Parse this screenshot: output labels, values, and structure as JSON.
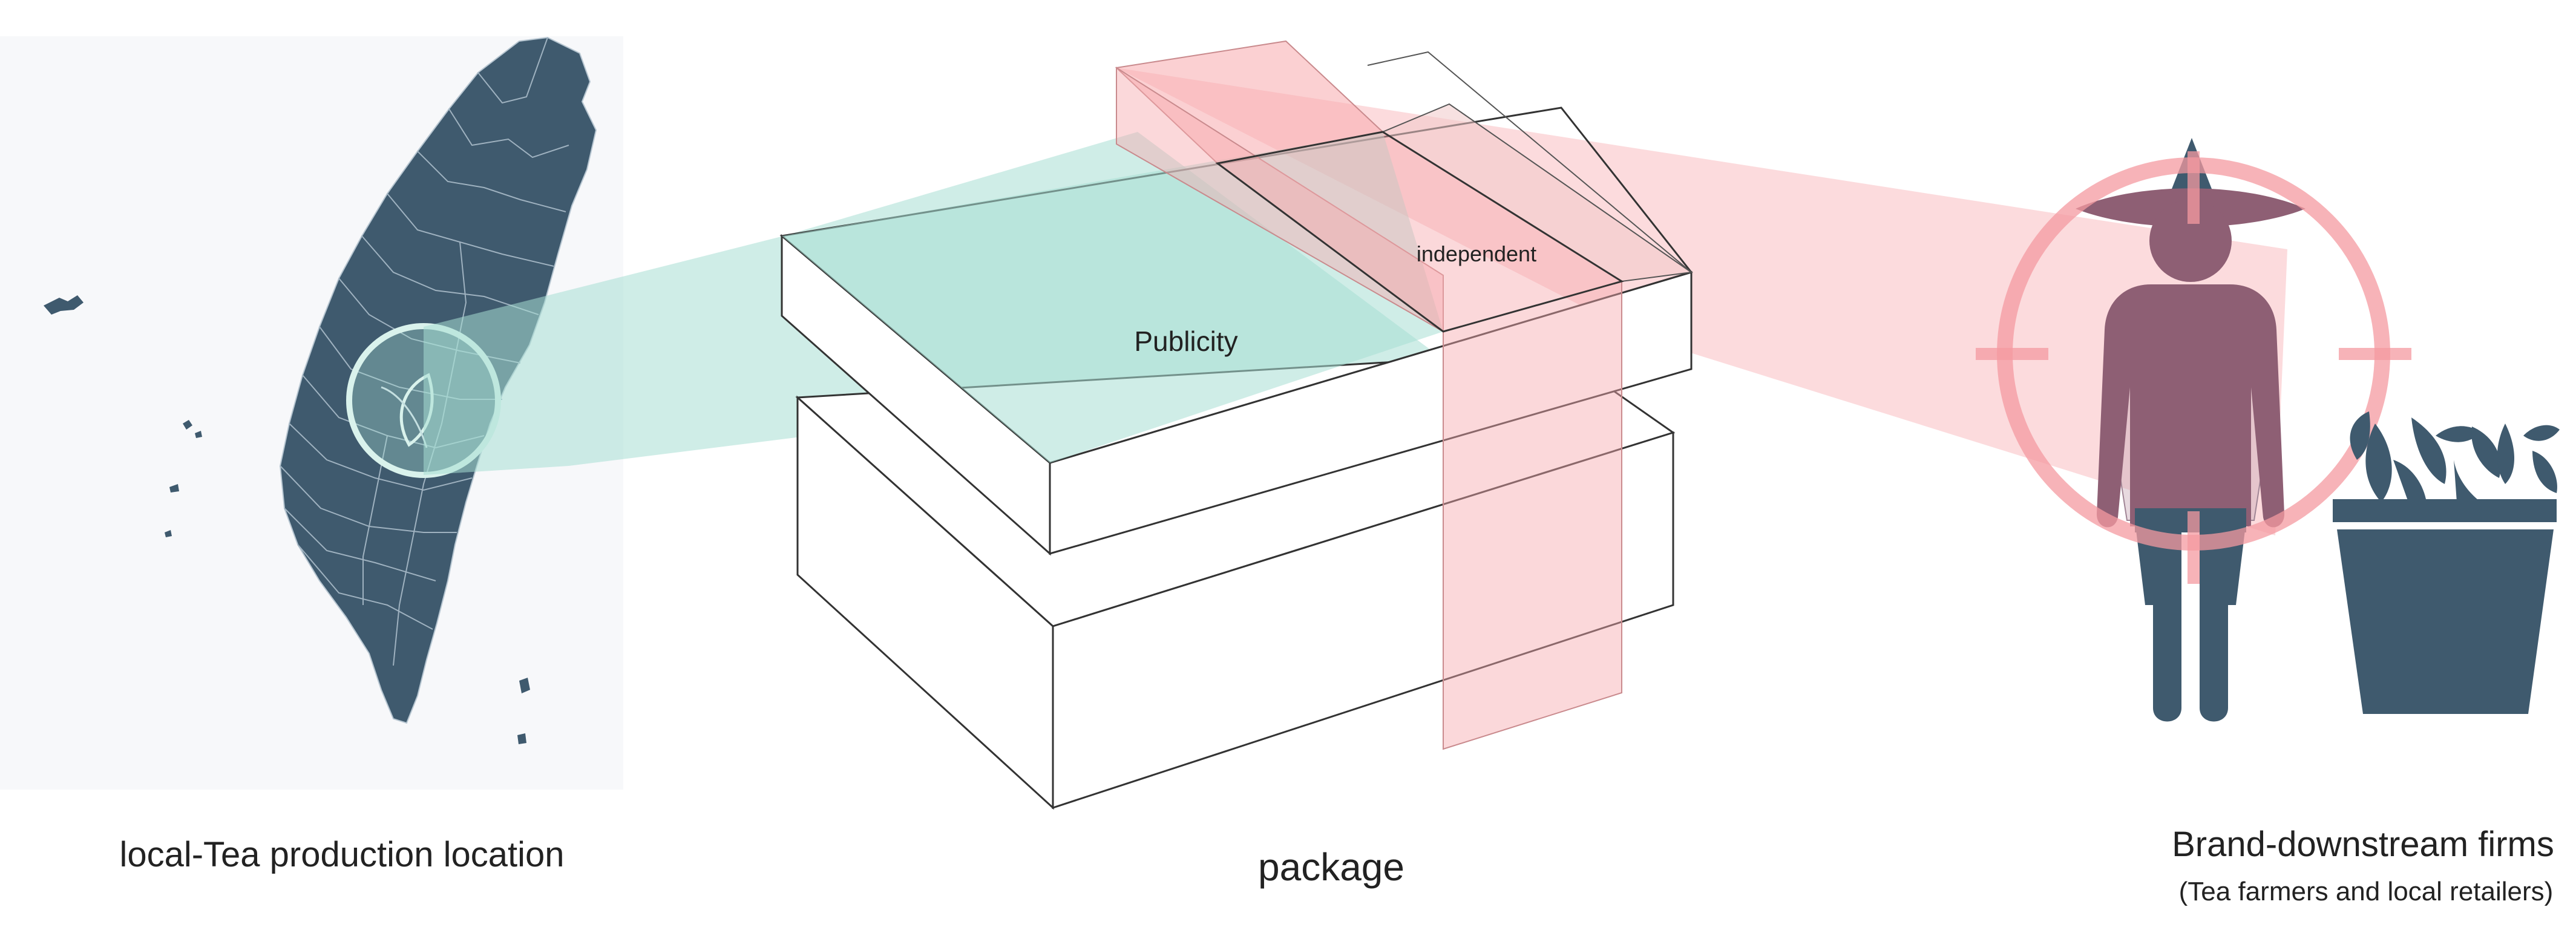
{
  "labels": {
    "map": "local-Tea production location",
    "package": "package",
    "brand": "Brand-downstream firms",
    "brand_sub": "(Tea farmers and local retailers)",
    "publicity": "Publicity",
    "independent": "independent"
  },
  "icons": {
    "map": "taiwan-map-icon",
    "farmer": "tea-farmer-icon",
    "plant": "potted-tea-plant-icon",
    "target": "target-crosshair-icon",
    "leaf": "tea-leaf-icon"
  },
  "colors": {
    "background": "#ffffff",
    "map_panel": "#f7f8fa",
    "dark_slate": "#3f5a6e",
    "farmer": "#8e5f74",
    "teal_fill": "#a7dfd3",
    "pink_fill": "#f7a9ad",
    "target_ring": "#f49aa0",
    "outline": "#333333"
  }
}
